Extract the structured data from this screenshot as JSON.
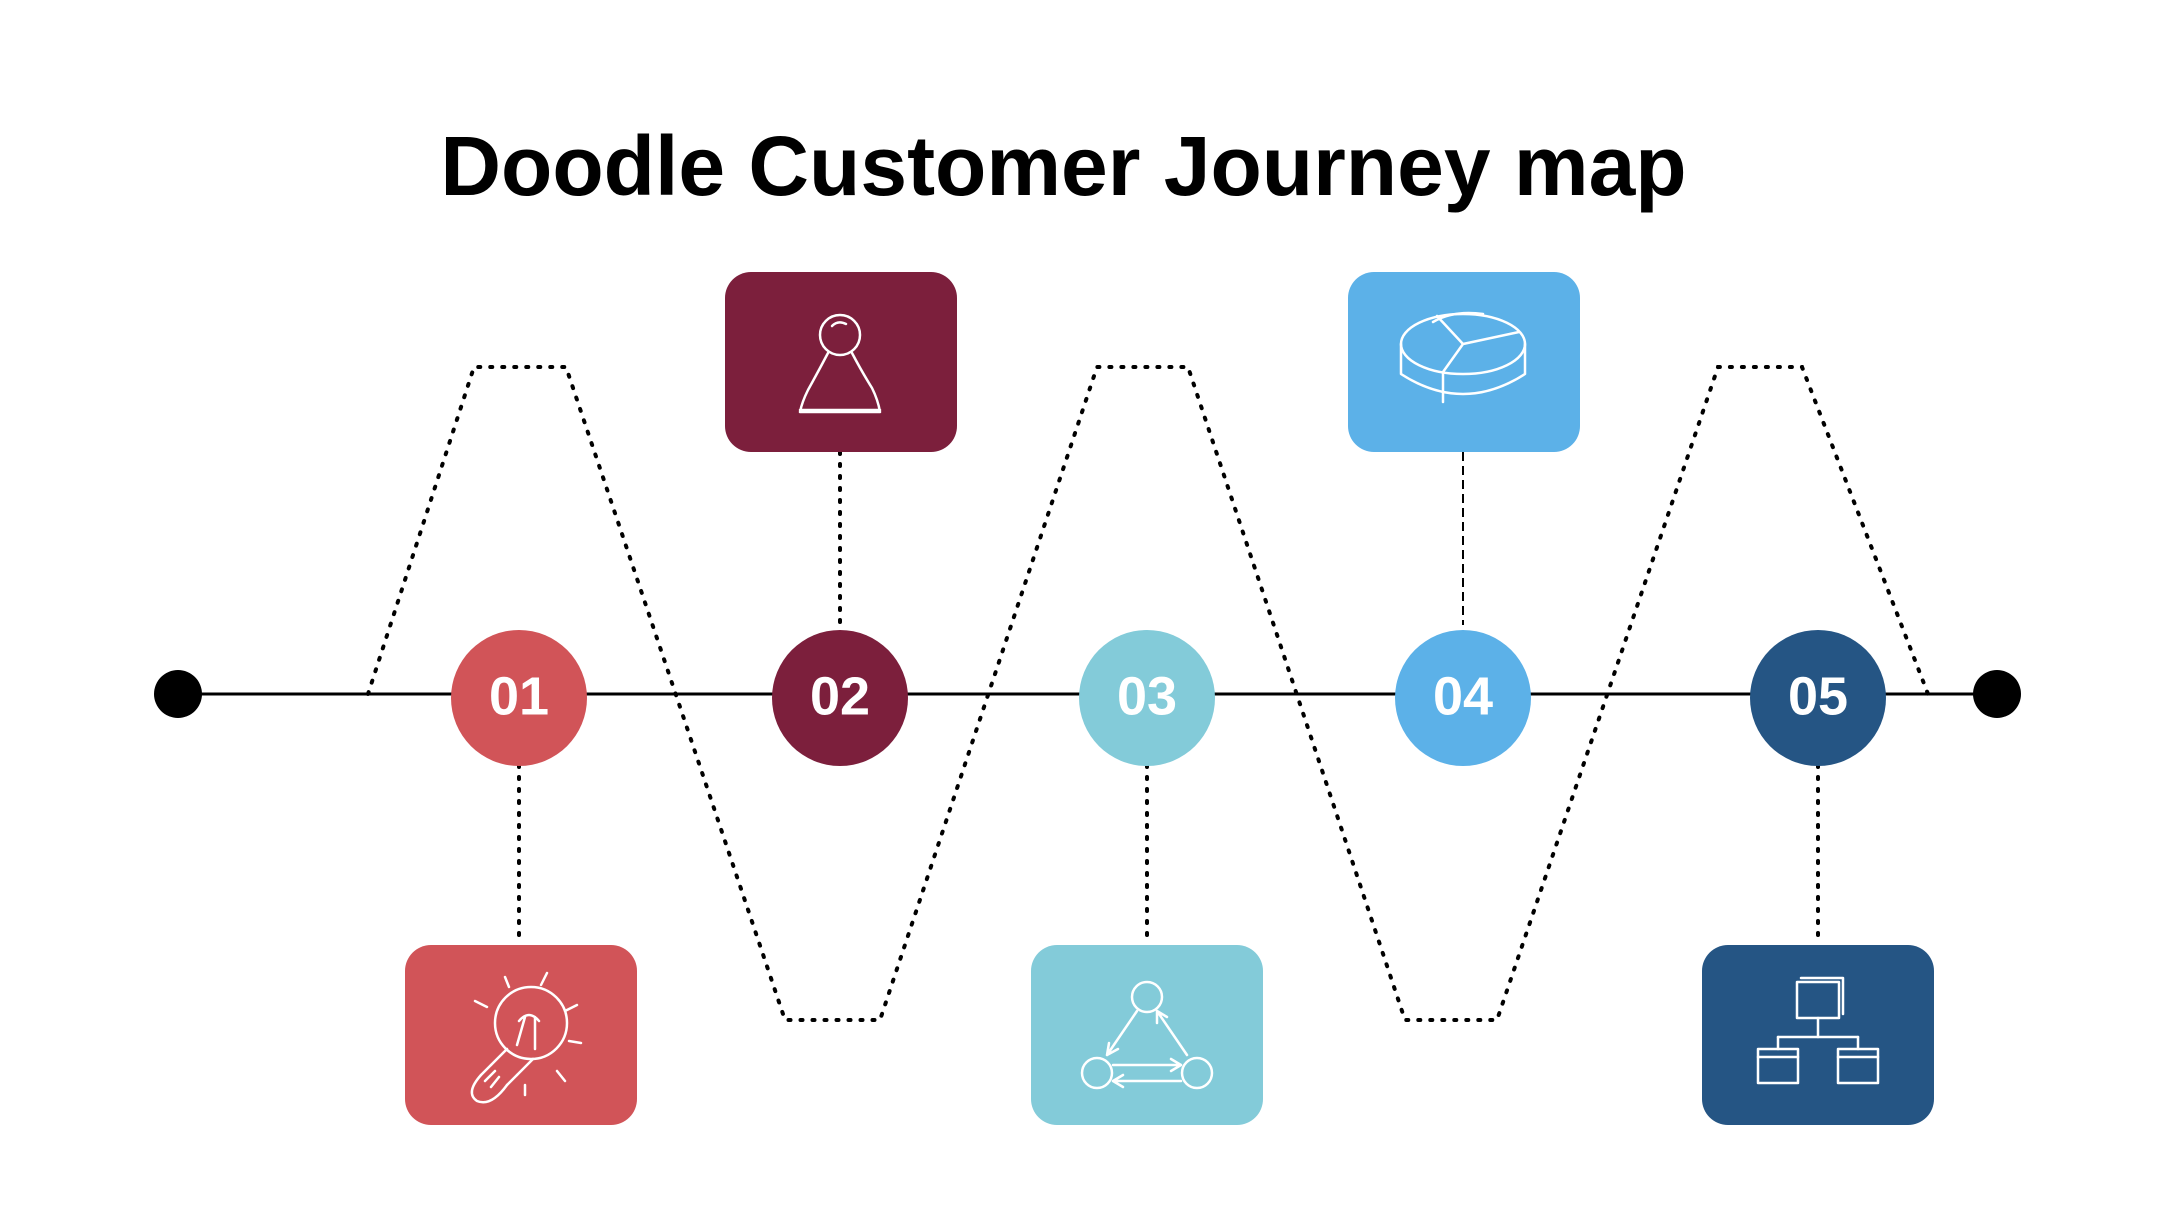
{
  "title": "Doodle Customer Journey map",
  "colors": {
    "step1": "#d15458",
    "step2": "#7c1f3c",
    "step3": "#83cbd9",
    "step4": "#5cb1e8",
    "step5": "#255584",
    "line": "#000000"
  },
  "steps": [
    {
      "label": "01",
      "icon": "lightbulb-icon",
      "color_key": "step1",
      "card": "below"
    },
    {
      "label": "02",
      "icon": "person-icon",
      "color_key": "step2",
      "card": "above"
    },
    {
      "label": "03",
      "icon": "network-cycle-icon",
      "color_key": "step3",
      "card": "below"
    },
    {
      "label": "04",
      "icon": "pie-chart-icon",
      "color_key": "step4",
      "card": "above"
    },
    {
      "label": "05",
      "icon": "org-chart-icon",
      "color_key": "step5",
      "card": "below"
    }
  ]
}
